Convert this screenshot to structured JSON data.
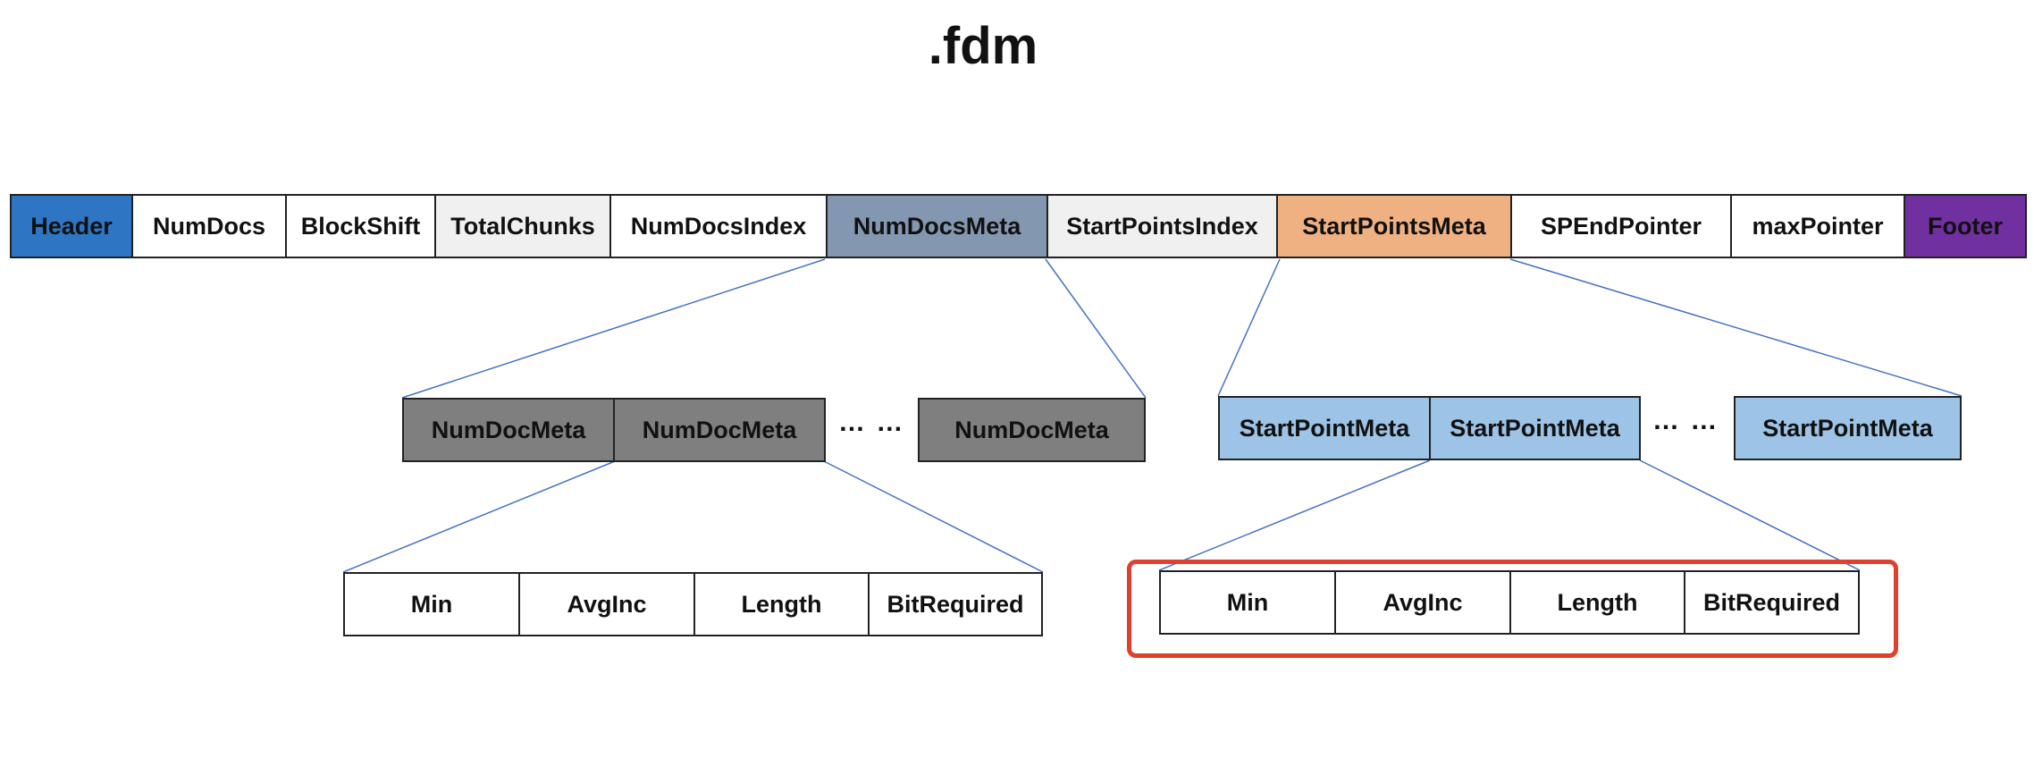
{
  "title": ".fdm",
  "top_row": [
    {
      "label": "Header",
      "color": "#2e75c3"
    },
    {
      "label": "NumDocs",
      "color": "#ffffff"
    },
    {
      "label": "BlockShift",
      "color": "#ffffff"
    },
    {
      "label": "TotalChunks",
      "color": "#f0f0f0"
    },
    {
      "label": "NumDocsIndex",
      "color": "#ffffff"
    },
    {
      "label": "NumDocsMeta",
      "color": "#8497b0"
    },
    {
      "label": "StartPointsIndex",
      "color": "#f0f0f0"
    },
    {
      "label": "StartPointsMeta",
      "color": "#f0b182"
    },
    {
      "label": "SPEndPointer",
      "color": "#ffffff"
    },
    {
      "label": "maxPointer",
      "color": "#ffffff"
    },
    {
      "label": "Footer",
      "color": "#7030a0"
    }
  ],
  "numdocmeta": {
    "items": [
      "NumDocMeta",
      "NumDocMeta",
      "NumDocMeta"
    ],
    "ellipsis": "… …",
    "color": "#7f7f7f"
  },
  "startpointmeta": {
    "items": [
      "StartPointMeta",
      "StartPointMeta",
      "StartPointMeta"
    ],
    "ellipsis": "… …",
    "color": "#9dc3e6"
  },
  "fields_left": [
    "Min",
    "AvgInc",
    "Length",
    "BitRequired"
  ],
  "fields_right": [
    "Min",
    "AvgInc",
    "Length",
    "BitRequired"
  ],
  "colors": {
    "connector": "#4472c4",
    "highlight": "#e0412f"
  }
}
